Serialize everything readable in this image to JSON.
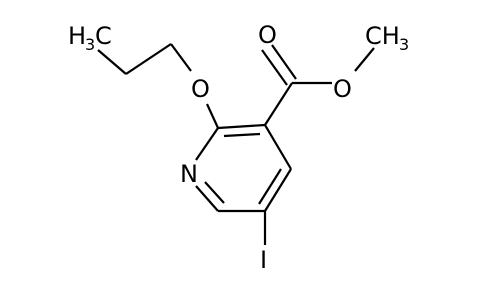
{
  "molecule": {
    "labels": {
      "methyl_left_h": "H",
      "methyl_left_sub": "3",
      "methyl_left_c": "C",
      "ether_o": "O",
      "carbonyl_o": "O",
      "ester_o": "O",
      "methyl_right": "CH",
      "methyl_right_sub": "3",
      "ring_n": "N",
      "iodine": "I"
    },
    "colors": {
      "ink": "#000000",
      "background": "#ffffff"
    }
  }
}
